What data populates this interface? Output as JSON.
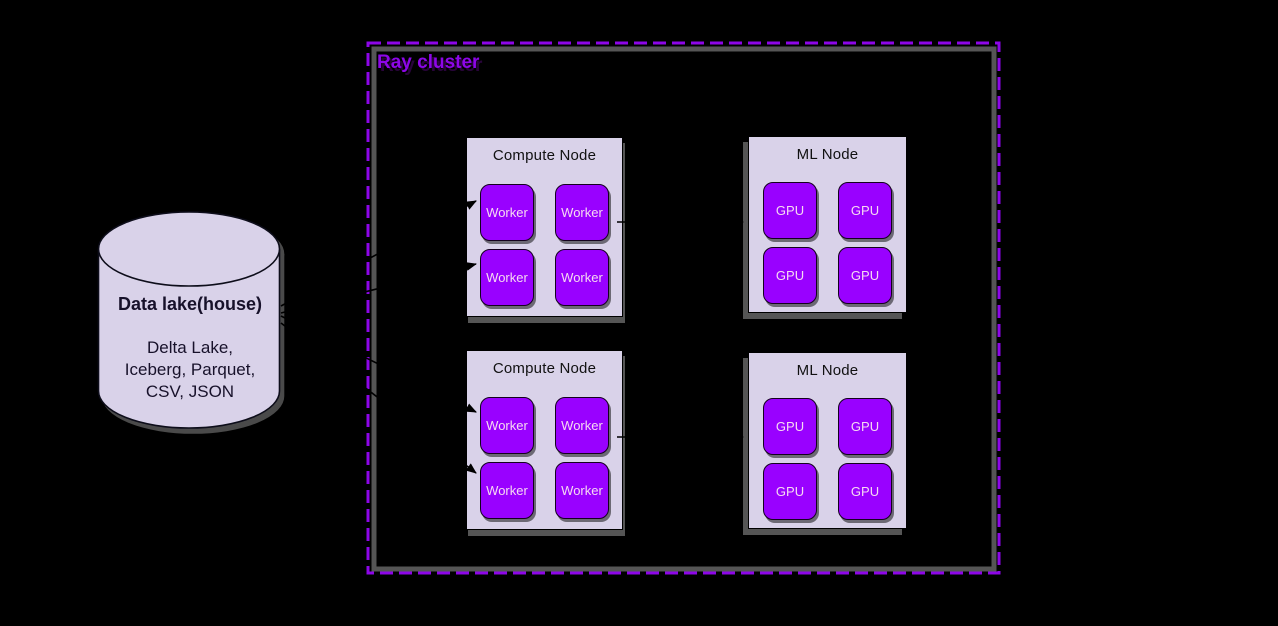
{
  "colors": {
    "background": "#000000",
    "accent_purple": "#8d06e8",
    "node_fill": "#d9d2e9",
    "chip_fill": "#9901ff",
    "chip_text": "#f6d9f1",
    "shadow_gray": "#555555"
  },
  "datalake": {
    "title": "Data lake(house)",
    "formats": [
      "Delta Lake,",
      "Iceberg, Parquet,",
      "CSV, JSON"
    ]
  },
  "cluster": {
    "title": "Ray cluster",
    "nodes": [
      {
        "title": "Compute Node",
        "chip_label": "Worker",
        "chip_count": 4
      },
      {
        "title": "ML Node",
        "chip_label": "GPU",
        "chip_count": 4
      },
      {
        "title": "Compute Node",
        "chip_label": "Worker",
        "chip_count": 4
      },
      {
        "title": "ML Node",
        "chip_label": "GPU",
        "chip_count": 4
      }
    ]
  }
}
